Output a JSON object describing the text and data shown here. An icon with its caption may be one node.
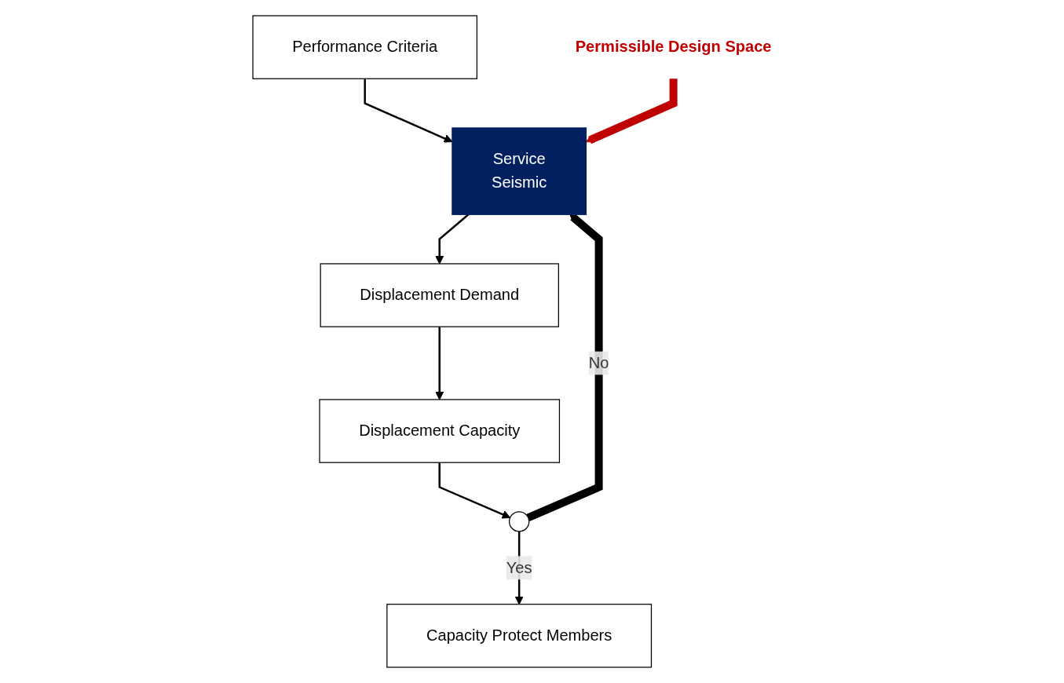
{
  "diagram": {
    "nodes": [
      {
        "text": [
          "Performance Criteria"
        ]
      },
      {
        "text": [
          "Service",
          "Seismic"
        ]
      },
      {
        "text": [
          "Displacement Demand"
        ]
      },
      {
        "text": [
          "Displacement Capacity"
        ]
      },
      {
        "text": [],
        "shape": "circle"
      },
      {
        "text": [
          "Capacity Protect Members"
        ]
      },
      {
        "text": [
          "Permissible Design Space"
        ]
      }
    ],
    "edges": [
      {
        "from": 0,
        "to": 1,
        "arrow": "to"
      },
      {
        "from": 1,
        "to": 2,
        "arrow": "to"
      },
      {
        "from": 2,
        "to": 3,
        "arrow": "to"
      },
      {
        "from": 3,
        "to": 4,
        "arrow": "to"
      },
      {
        "from": 4,
        "to": 1,
        "arrow": "to",
        "label": "No",
        "style": "thick"
      },
      {
        "from": 4,
        "to": 5,
        "arrow": "to",
        "label": "Yes"
      },
      {
        "from": 6,
        "to": 1,
        "arrow": "to",
        "style": "thick",
        "color": "#c00000"
      }
    ]
  }
}
